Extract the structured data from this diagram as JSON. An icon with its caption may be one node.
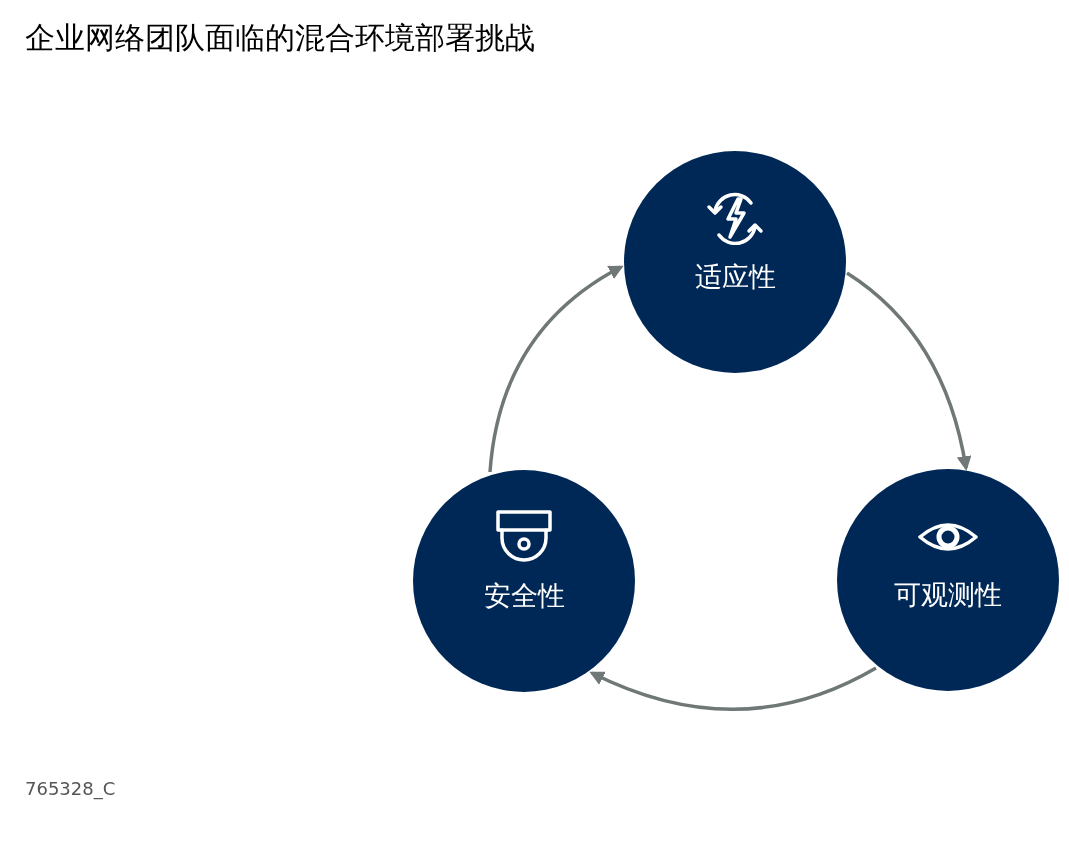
{
  "diagram": {
    "title": "企业网络团队面临的混合环境部署挑战",
    "nodes": [
      {
        "text": [
          "适应性"
        ]
      },
      {
        "text": [
          "可观测性"
        ]
      },
      {
        "text": [
          "安全性"
        ]
      }
    ],
    "edges": [
      {
        "from": 0,
        "to": 1,
        "arrow": "to"
      },
      {
        "from": 1,
        "to": 2,
        "arrow": "to"
      },
      {
        "from": 2,
        "to": 0,
        "arrow": "to"
      }
    ],
    "labels": [
      "765328_C"
    ]
  }
}
